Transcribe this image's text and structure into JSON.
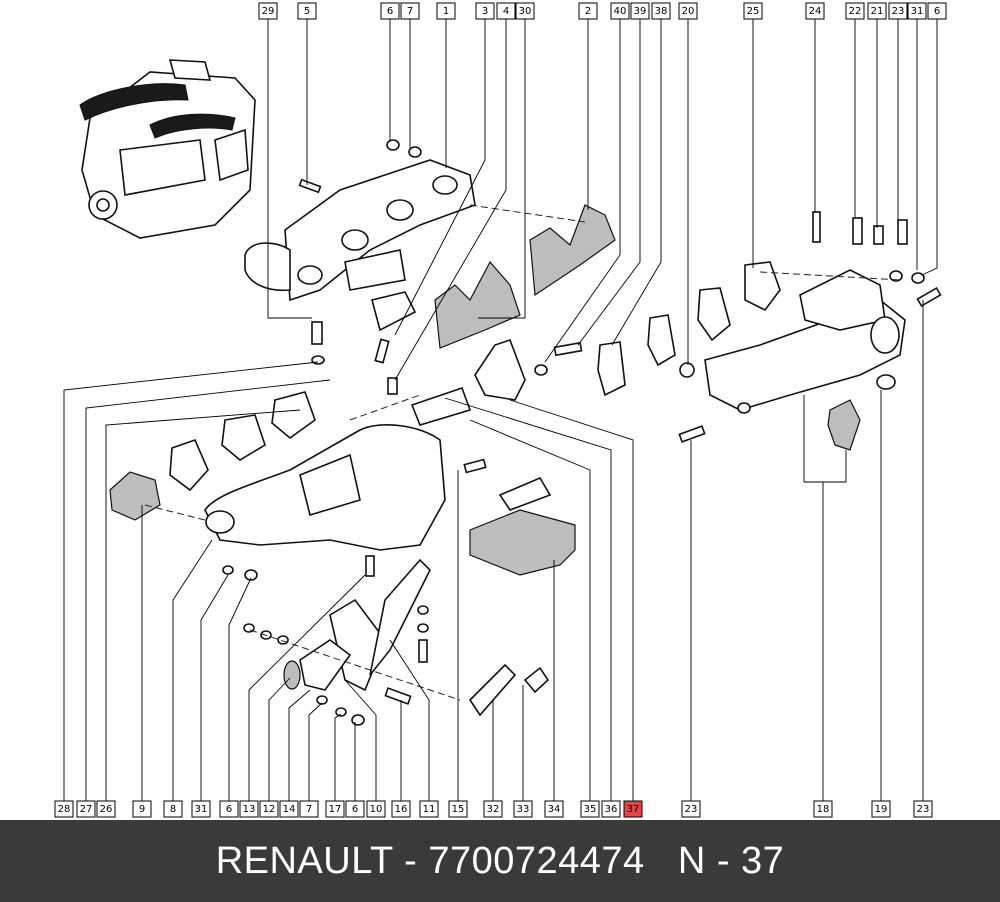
{
  "footer": {
    "text": "RENAULT - 7700724474   N - 37",
    "background": "#3a3a3a",
    "color": "#ffffff"
  },
  "highlight_color": "#e04848",
  "callouts_top": [
    "29",
    "5",
    "6",
    "7",
    "1",
    "3",
    "4",
    "30",
    "2",
    "40",
    "39",
    "38",
    "20",
    "25",
    "24",
    "22",
    "21",
    "23",
    "31",
    "6"
  ],
  "callouts_bottom": [
    "28",
    "27",
    "26",
    "9",
    "8",
    "31",
    "6",
    "13",
    "12",
    "14",
    "7",
    "17",
    "6",
    "10",
    "16",
    "11",
    "15",
    "32",
    "33",
    "34",
    "35",
    "36",
    "37",
    "23",
    "18",
    "19",
    "23"
  ],
  "highlighted_callout": "37"
}
